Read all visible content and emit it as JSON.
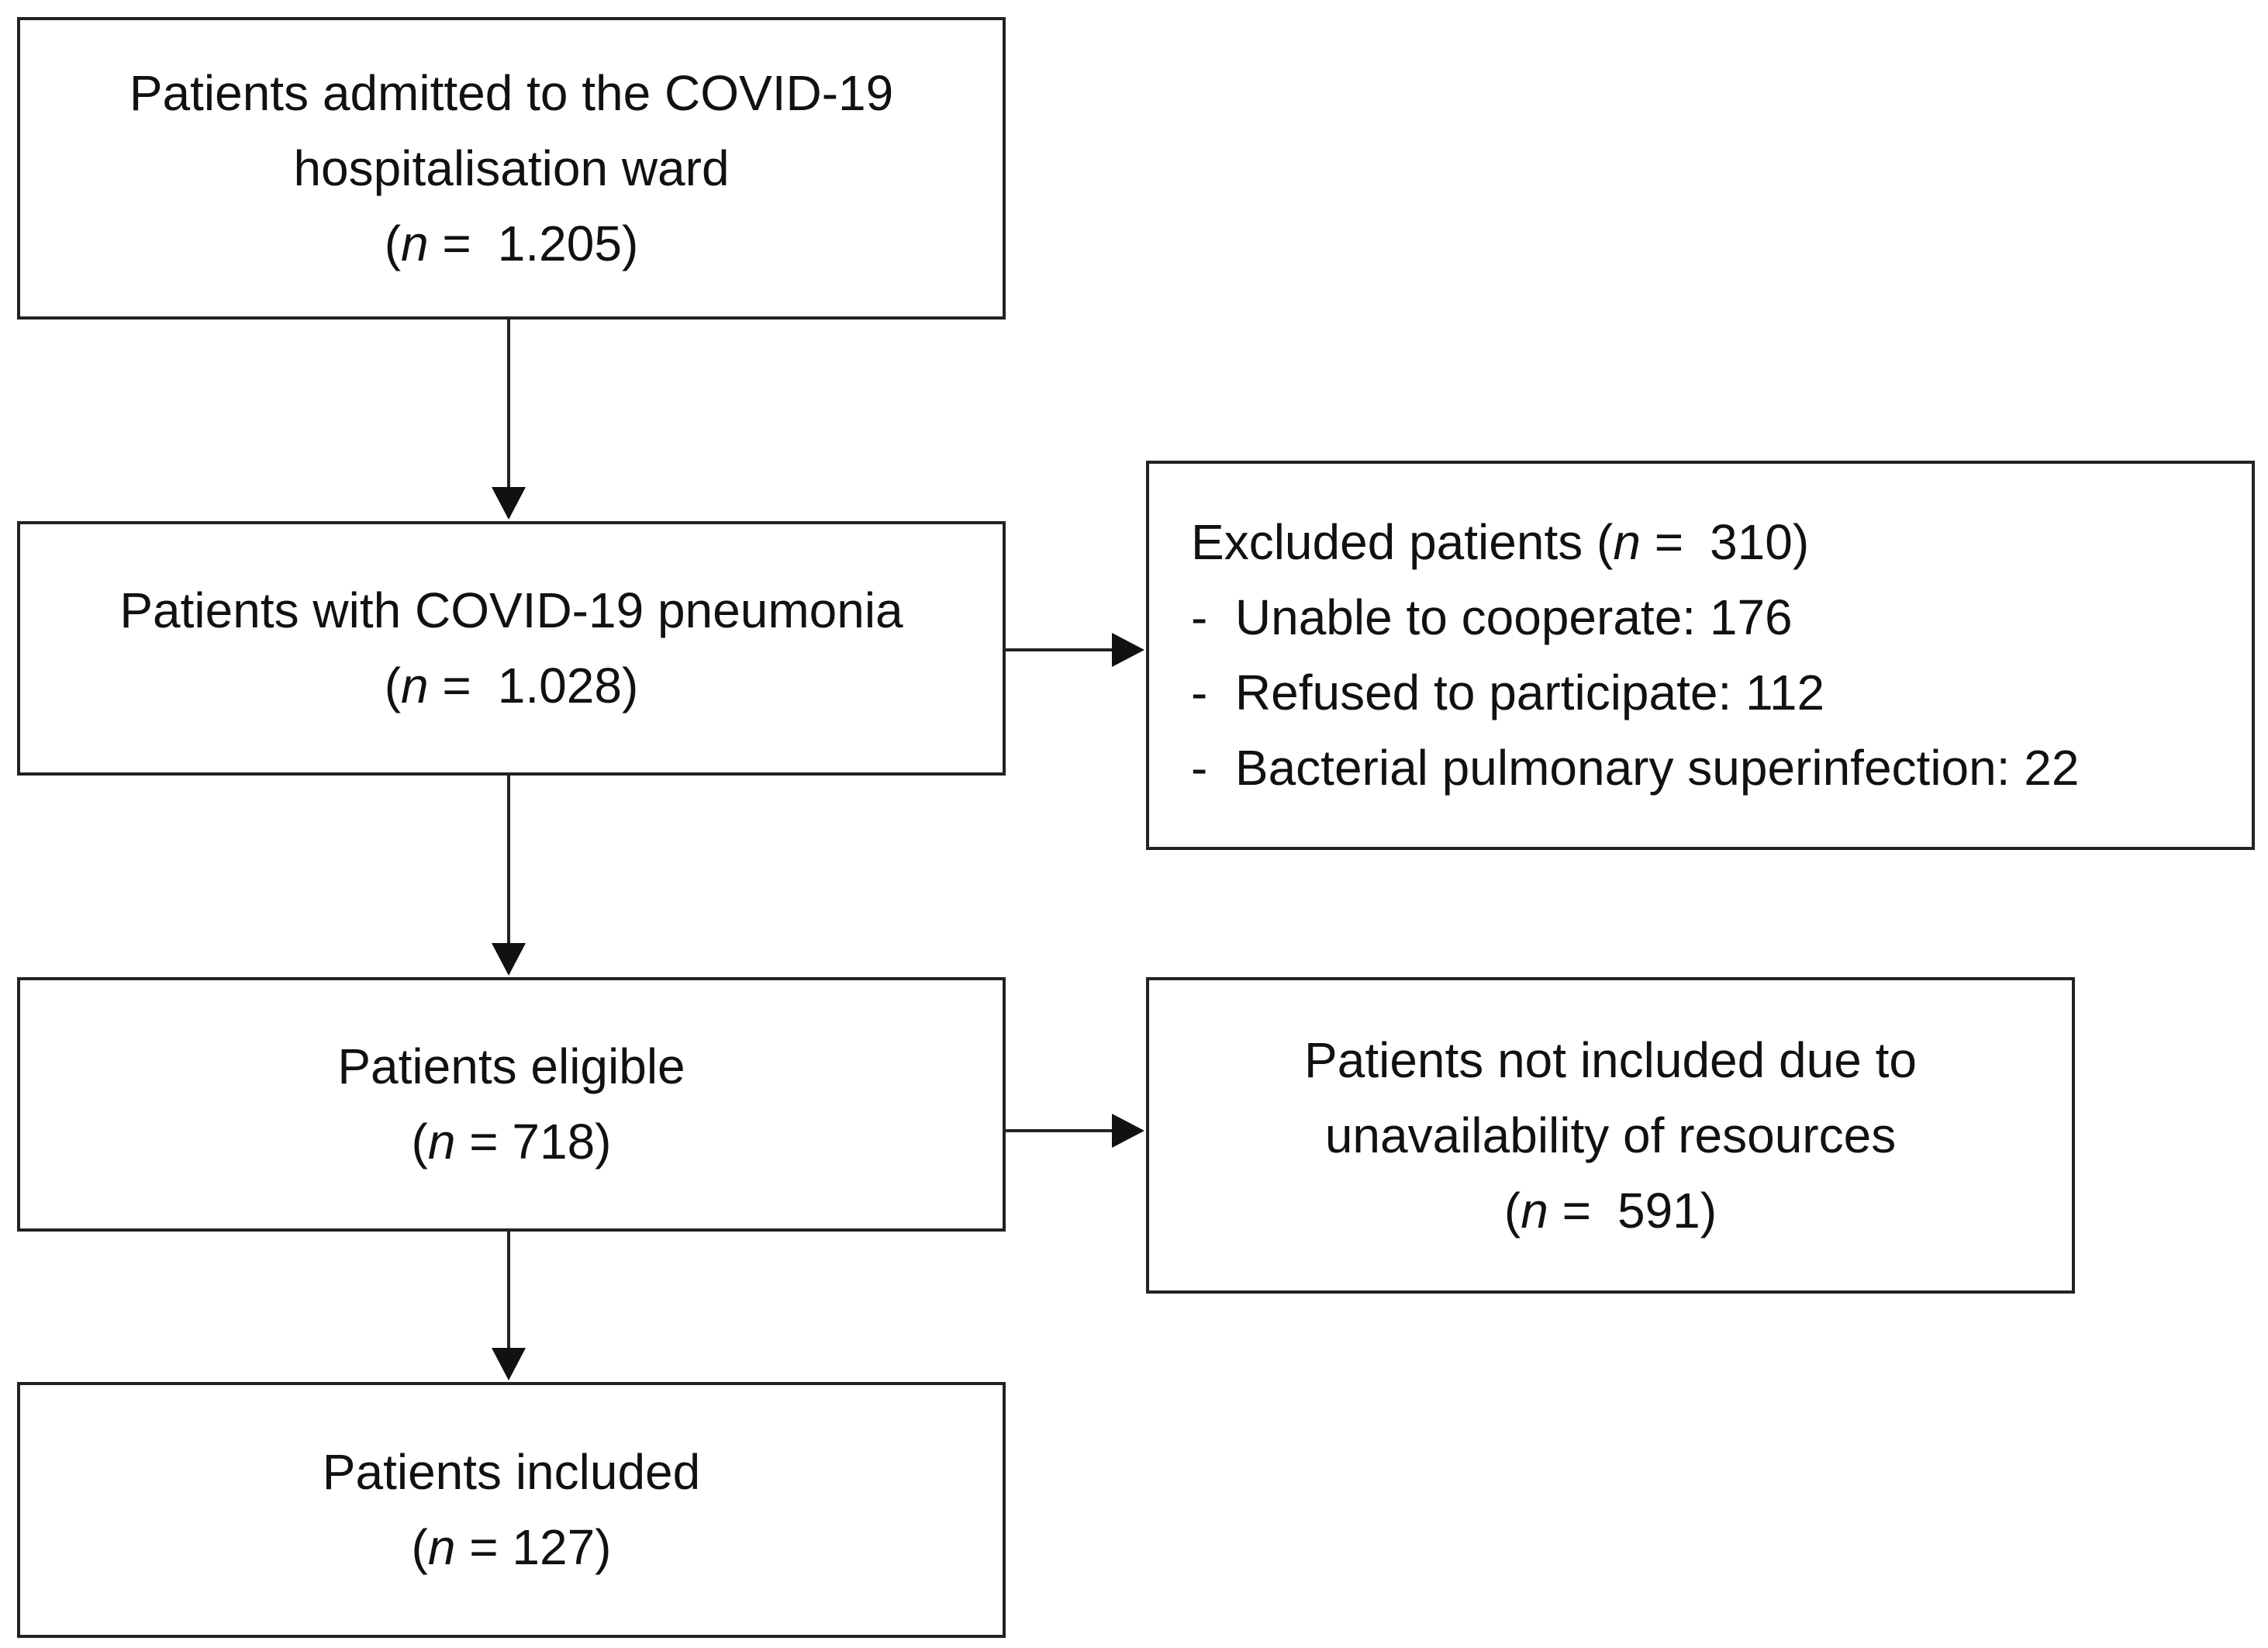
{
  "flowchart": {
    "admitted": {
      "lines": [
        "Patients admitted to the COVID-19",
        "hospitalisation ward"
      ],
      "n_label": "n",
      "n_eq": "=",
      "n_value": "1.205"
    },
    "pneumonia": {
      "lines": [
        "Patients with COVID-19 pneumonia"
      ],
      "n_label": "n",
      "n_eq": "=",
      "n_value": "1.028"
    },
    "excluded": {
      "title": "Excluded patients",
      "n_label": "n",
      "n_eq": "=",
      "n_value": "310",
      "reasons": [
        "Unable to cooperate: 176",
        "Refused to participate: 112",
        "Bacterial pulmonary superinfection: 22"
      ]
    },
    "eligible": {
      "lines": [
        "Patients eligible"
      ],
      "n_label": "n",
      "n_eq": "= 718"
    },
    "not_included": {
      "lines": [
        "Patients not included due to",
        "unavailability of resources"
      ],
      "n_label": "n",
      "n_eq": "=",
      "n_value": "591"
    },
    "included": {
      "lines": [
        "Patients included"
      ],
      "n_label": "n",
      "n_eq": "= 127"
    }
  }
}
